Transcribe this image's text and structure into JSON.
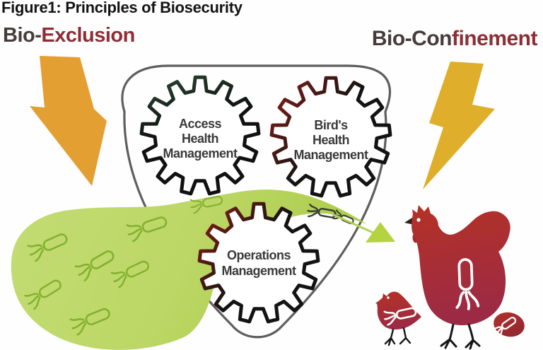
{
  "figure": {
    "title": "Figure1: Principles of Biosecurity"
  },
  "labels": {
    "bio_exclusion": {
      "part1": "Bio-",
      "part2": "Exclusion"
    },
    "bio_confinement": {
      "part1": "Bio-Con",
      "part2": "finement"
    }
  },
  "gears": {
    "access": {
      "lines": [
        "Access",
        "Health",
        "Management"
      ]
    },
    "birds": {
      "lines": [
        "Bird's",
        "Health",
        "Management"
      ]
    },
    "operations": {
      "lines": [
        "Operations",
        "Management"
      ]
    }
  },
  "icons": {
    "left_bolt": "lightning-bolt-icon",
    "right_bolt": "lightning-bolt-icon",
    "bacterium": "bacterium-icon",
    "gears": "gear-icon",
    "hen": "infected-hen-icon",
    "chick": "infected-chick-icon",
    "egg": "infected-egg-icon",
    "arrowhead": "pathogen-arrowhead-icon"
  },
  "colors": {
    "lightning_left": "#E49F33",
    "lightning_right": "#DFAE2B",
    "stream_green_light": "#C9E17E",
    "stream_green": "#B3D254",
    "bacteria_green": "#84B130",
    "bacteria_dark": "#3A3A3A",
    "bacteria_white": "#FFFFFF",
    "gear_red": "#8E2018",
    "gear_black": "#131313",
    "gear_green_black": "#2A4A35",
    "triangle_outline": "#5E5E5E",
    "hen_red": "#B43226",
    "hen_red_deep": "#9C2A45",
    "arrow_green": "#B5D23F",
    "label_dark": "#473B3B",
    "label_red": "#8F2D35",
    "title_black": "#141414",
    "gear_text": "#3A3A3A"
  }
}
